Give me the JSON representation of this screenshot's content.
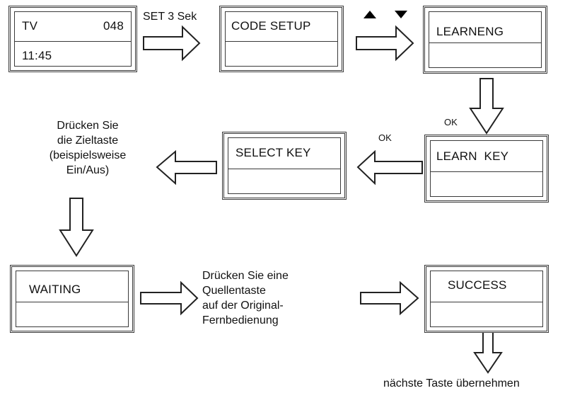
{
  "boxes": {
    "tv": {
      "line1_left": "TV",
      "line1_right": "048",
      "line2": "11:45"
    },
    "code_setup": {
      "title": "CODE SETUP"
    },
    "learneng": {
      "title": "LEARNENG"
    },
    "learn_key": {
      "title": "LEARN  KEY"
    },
    "select_key": {
      "title": "SELECT KEY"
    },
    "waiting": {
      "title": "WAITING"
    },
    "success": {
      "title": "SUCCESS"
    }
  },
  "labels": {
    "set_3_sek": "SET 3 Sek",
    "ok_1": "OK",
    "ok_2": "OK",
    "press_target_key": [
      "Drücken Sie",
      "die Zieltaste",
      "(beispielsweise",
      "Ein/Aus)"
    ],
    "press_source_key": [
      "Drücken Sie eine",
      "Quellentaste",
      "auf der Original-",
      "Fernbedienung"
    ],
    "next_key": "nächste Taste übernehmen"
  },
  "icons": {
    "up": "up-triangle-icon",
    "down": "down-triangle-icon"
  }
}
